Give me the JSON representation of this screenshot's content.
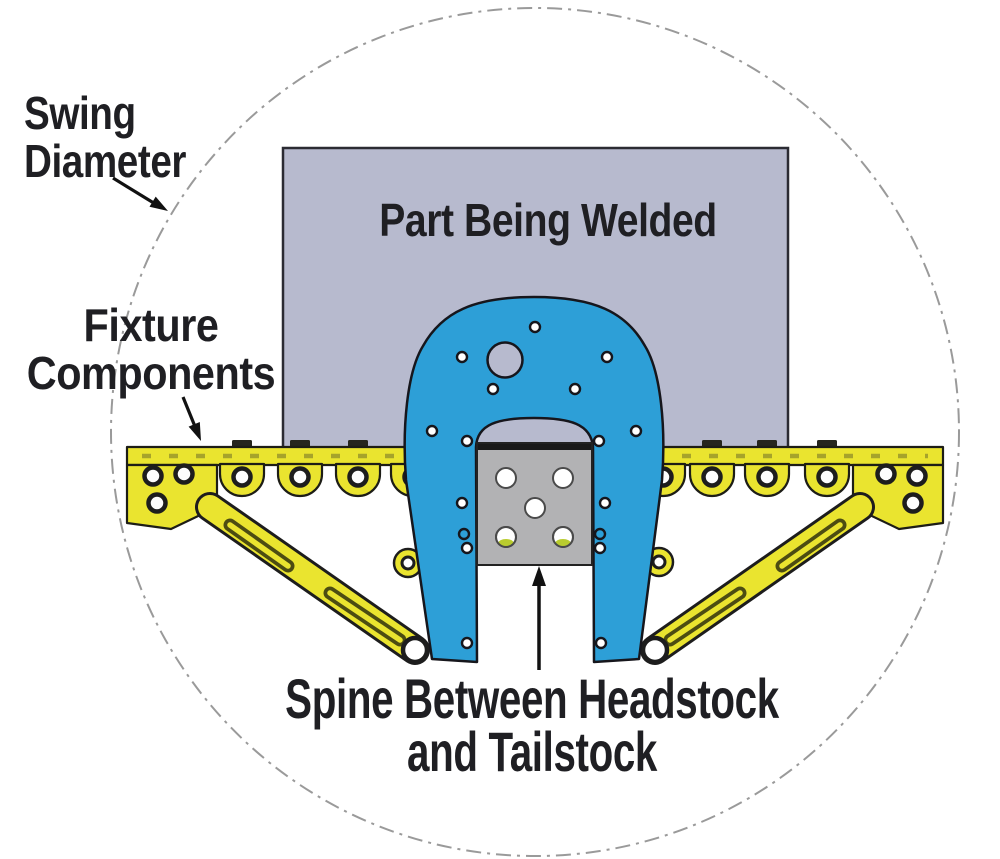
{
  "labels": {
    "swing_line1": "Swing",
    "swing_line2": "Diameter",
    "fixture_line1": "Fixture",
    "fixture_line2": "Components",
    "part": "Part Being Welded",
    "spine_line1": "Spine Between Headstock",
    "spine_line2": "and Tailstock"
  },
  "colors": {
    "background": "#ffffff",
    "swing_circle_gray": "#9a9a9a",
    "part_fill": "#b7bace",
    "fixture_yellow": "#eae42f",
    "spine_plate_gray": "#b2b2b4",
    "headstock_blue": "#2d9fd7",
    "outline": "#1a1a1a",
    "label_text": "#1f1f23"
  }
}
